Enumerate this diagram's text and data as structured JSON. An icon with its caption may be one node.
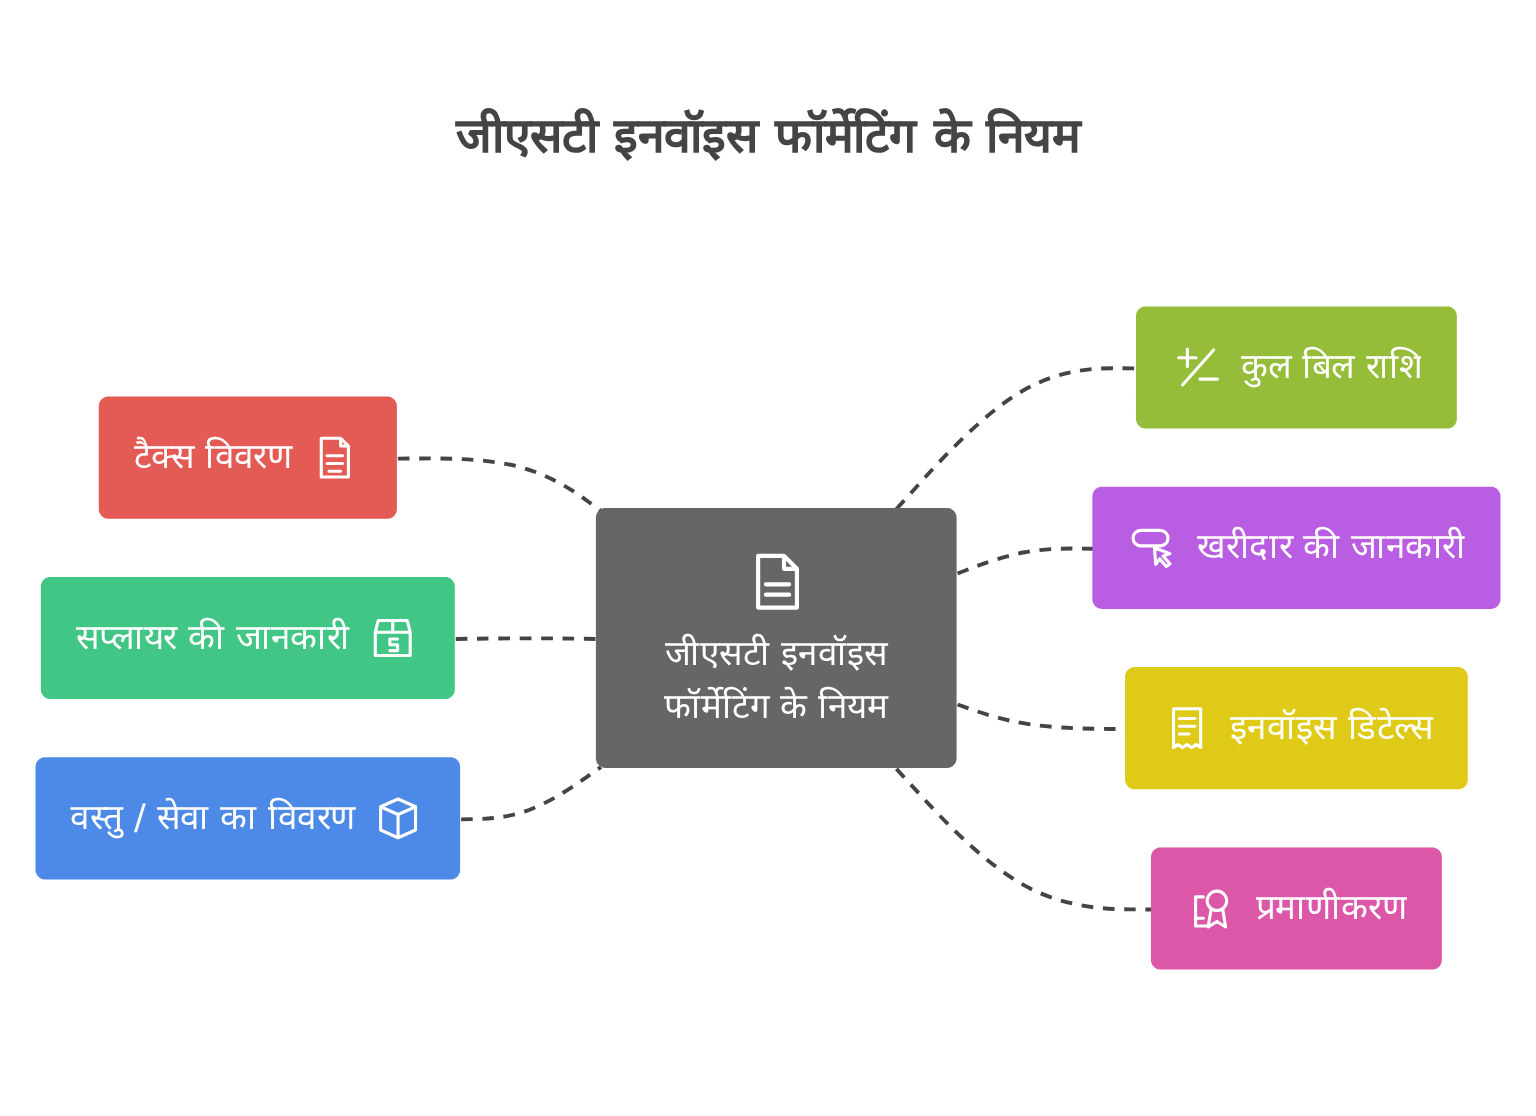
{
  "diagram": {
    "title": "जीएसटी इनवॉइस फॉर्मेटिंग के नियम",
    "nodes": [
      {
        "text": [
          "जीएसटी इनवॉइस फॉर्मेटिंग के नियम"
        ]
      },
      {
        "text": [
          "टैक्स विवरण"
        ]
      },
      {
        "text": [
          "कुल बिल राशि"
        ]
      },
      {
        "text": [
          "सप्लायर की जानकारी"
        ]
      },
      {
        "text": [
          "खरीदार की जानकारी"
        ]
      },
      {
        "text": [
          "वस्तु / सेवा का विवरण"
        ]
      },
      {
        "text": [
          "इनवॉइस डिटेल्स"
        ]
      },
      {
        "text": [
          "प्रमाणीकरण"
        ]
      }
    ],
    "edges": [
      {
        "from": 1,
        "to": 0,
        "arrow": "none",
        "style": "dashed"
      },
      {
        "from": 0,
        "to": 2,
        "arrow": "none",
        "style": "dashed"
      },
      {
        "from": 3,
        "to": 0,
        "arrow": "none",
        "style": "dashed"
      },
      {
        "from": 0,
        "to": 4,
        "arrow": "none",
        "style": "dashed"
      },
      {
        "from": 5,
        "to": 0,
        "arrow": "none",
        "style": "dashed"
      },
      {
        "from": 0,
        "to": 6,
        "arrow": "none",
        "style": "dashed"
      },
      {
        "from": 0,
        "to": 7,
        "arrow": "none",
        "style": "dashed"
      }
    ]
  }
}
